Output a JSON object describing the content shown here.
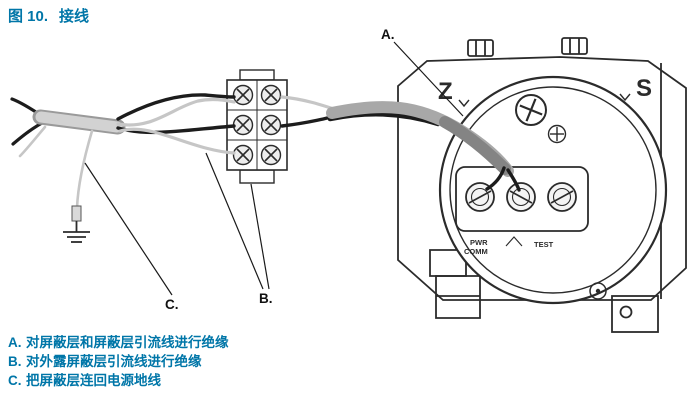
{
  "figure": {
    "title_prefix": "图 10.",
    "title_text": "接线"
  },
  "colors": {
    "accent_blue": "#0076a8",
    "line": "#2b2b2b",
    "cable_gray": "#a8a8a8",
    "cable_dark_gray": "#848484",
    "wire_light_gray": "#c6c6c6",
    "wire_black": "#1c1c1c"
  },
  "diagram": {
    "callout_a": "A.",
    "callout_b": "B.",
    "callout_c": "C.",
    "housing_letter_left": "Z",
    "housing_letter_right": "S",
    "terminal_label_pwr": "PWR",
    "terminal_label_comm": "COMM",
    "terminal_label_test": "TEST"
  },
  "icons": {
    "ground_symbol": "earth-ground",
    "cover_screw": "phillips-screw",
    "strip_terminals": "x-head-screw-terminal"
  },
  "legend": {
    "items": [
      {
        "key": "A.",
        "text": "对屏蔽层和屏蔽层引流线进行绝缘"
      },
      {
        "key": "B.",
        "text": "对外露屏蔽层引流线进行绝缘"
      },
      {
        "key": "C.",
        "text": "把屏蔽层连回电源地线"
      }
    ]
  }
}
